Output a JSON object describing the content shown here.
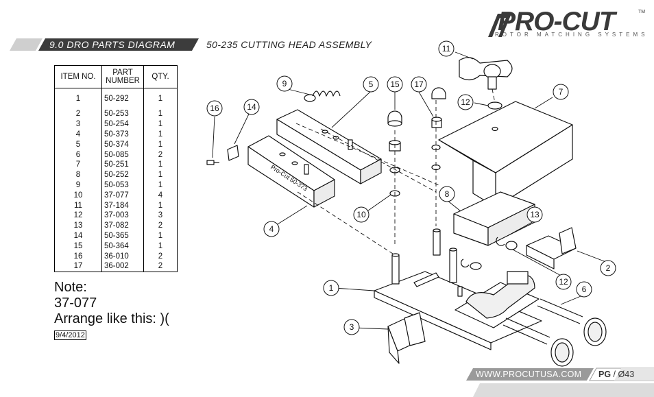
{
  "brand": {
    "name": "PRO-CUT",
    "tm": "TM",
    "tagline": "ROTOR MATCHING SYSTEMS"
  },
  "header": {
    "section": "9.0 DRO PARTS DIAGRAM",
    "title": "50-235 CUTTING HEAD ASSEMBLY"
  },
  "bom": {
    "headers": {
      "item": "ITEM NO.",
      "part_line1": "PART",
      "part_line2": "NUMBER",
      "qty": "QTY."
    },
    "rows": [
      {
        "item": "1",
        "part": "50-292",
        "qty": "1"
      },
      {
        "item": "2",
        "part": "50-253",
        "qty": "1"
      },
      {
        "item": "3",
        "part": "50-254",
        "qty": "1"
      },
      {
        "item": "4",
        "part": "50-373",
        "qty": "1"
      },
      {
        "item": "5",
        "part": "50-374",
        "qty": "1"
      },
      {
        "item": "6",
        "part": "50-085",
        "qty": "2"
      },
      {
        "item": "7",
        "part": "50-251",
        "qty": "1"
      },
      {
        "item": "8",
        "part": "50-252",
        "qty": "1"
      },
      {
        "item": "9",
        "part": "50-053",
        "qty": "1"
      },
      {
        "item": "10",
        "part": "37-077",
        "qty": "4"
      },
      {
        "item": "11",
        "part": "37-184",
        "qty": "1"
      },
      {
        "item": "12",
        "part": "37-003",
        "qty": "3"
      },
      {
        "item": "13",
        "part": "37-082",
        "qty": "2"
      },
      {
        "item": "14",
        "part": "50-365",
        "qty": "1"
      },
      {
        "item": "15",
        "part": "50-364",
        "qty": "1"
      },
      {
        "item": "16",
        "part": "36-010",
        "qty": "2"
      },
      {
        "item": "17",
        "part": "36-002",
        "qty": "2"
      }
    ]
  },
  "note": {
    "line1": "Note:",
    "line2": "37-077",
    "line3": "Arrange like this: )("
  },
  "date": "9/4/2012",
  "diagram": {
    "part_label": "Pro-Cut 50-373",
    "callouts": [
      "1",
      "2",
      "3",
      "4",
      "5",
      "6",
      "7",
      "8",
      "9",
      "10",
      "11",
      "12",
      "12",
      "13",
      "14",
      "15",
      "16",
      "17"
    ]
  },
  "footer": {
    "url": "WWW.PROCUTUSA.COM",
    "page_prefix": "PG",
    "page_sep": "/",
    "page_num": "Ø43"
  },
  "colors": {
    "band_dark": "#3c3c3c",
    "band_light": "#cfcfcf",
    "footer_grey": "#9a9a9a"
  }
}
